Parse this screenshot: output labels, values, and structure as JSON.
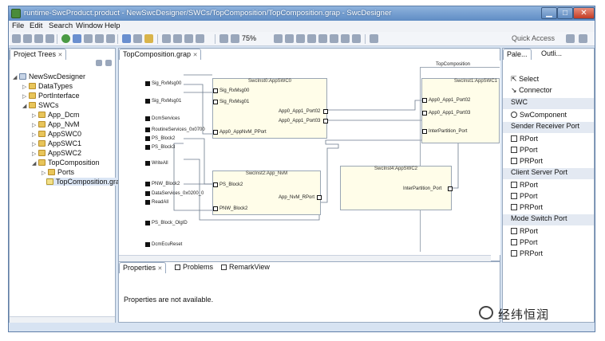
{
  "window": {
    "title": "runtime-SwcProduct.product - NewSwcDesigner/SWCs/TopComposition/TopComposition.grap - SwcDesigner",
    "min": "▁",
    "max": "□",
    "close": "✕"
  },
  "menu": [
    "File",
    "Edit",
    "Search",
    "Window",
    "Help"
  ],
  "toolbar": {
    "zoom": "75%",
    "quick_access": "Quick Access"
  },
  "project_trees": {
    "tab": "Project Trees",
    "items": [
      "NewSwcDesigner",
      "DataTypes",
      "PortInterface",
      "SWCs",
      "App_Dcm",
      "App_NvM",
      "AppSWC0",
      "AppSWC1",
      "AppSWC2",
      "TopComposition",
      "Ports",
      "TopComposition.grap"
    ]
  },
  "editor": {
    "tab": "TopComposition.grap",
    "diagram_title": "TopComposition",
    "left_ports": [
      "Sig_RxMsg00",
      "Sig_RxMsg01",
      "DcmServices",
      "RoutineServices_0x0700",
      "PS_Block2",
      "PS_Block3",
      "WriteAll",
      "PNW_Block2",
      "DataServices_0x0200_0",
      "ReadAll",
      "PS_Block_OlgID",
      "DcmEcuReset"
    ],
    "components": [
      {
        "title": "SwcInst0:AppSWC0",
        "ports": [
          "Sig_RxMsg00",
          "Sig_RxMsg01",
          "App0_App1_Port02",
          "App0_App1_Port03",
          "App0_AppNvM_PPort"
        ]
      },
      {
        "title": "SwcInst1:AppSWC1",
        "ports": [
          "App0_App1_Port02",
          "App0_App1_Port03",
          "InterPartition_Port"
        ]
      },
      {
        "title": "SwcInst2:App_NvM",
        "ports": [
          "PS_Block2",
          "App_NvM_RPort",
          "PNW_Block2"
        ]
      },
      {
        "title": "SwcInst4:AppSWC2",
        "ports": [
          "InterPartition_Port"
        ]
      }
    ]
  },
  "properties": {
    "tabs": [
      "Properties",
      "Problems",
      "RemarkView"
    ],
    "message": "Properties are not available."
  },
  "palette": {
    "tabs": [
      "Pale...",
      "Outli..."
    ],
    "tools": [
      "Select",
      "Connector"
    ],
    "sections": [
      {
        "title": "SWC",
        "items": [
          "SwComponent"
        ]
      },
      {
        "title": "Sender Receiver Port",
        "items": [
          "RPort",
          "PPort",
          "PRPort"
        ]
      },
      {
        "title": "Client Server Port",
        "items": [
          "RPort",
          "PPort",
          "PRPort"
        ]
      },
      {
        "title": "Mode Switch Port",
        "items": [
          "RPort",
          "PPort",
          "PRPort"
        ]
      }
    ]
  },
  "watermark": "经纬恒润"
}
